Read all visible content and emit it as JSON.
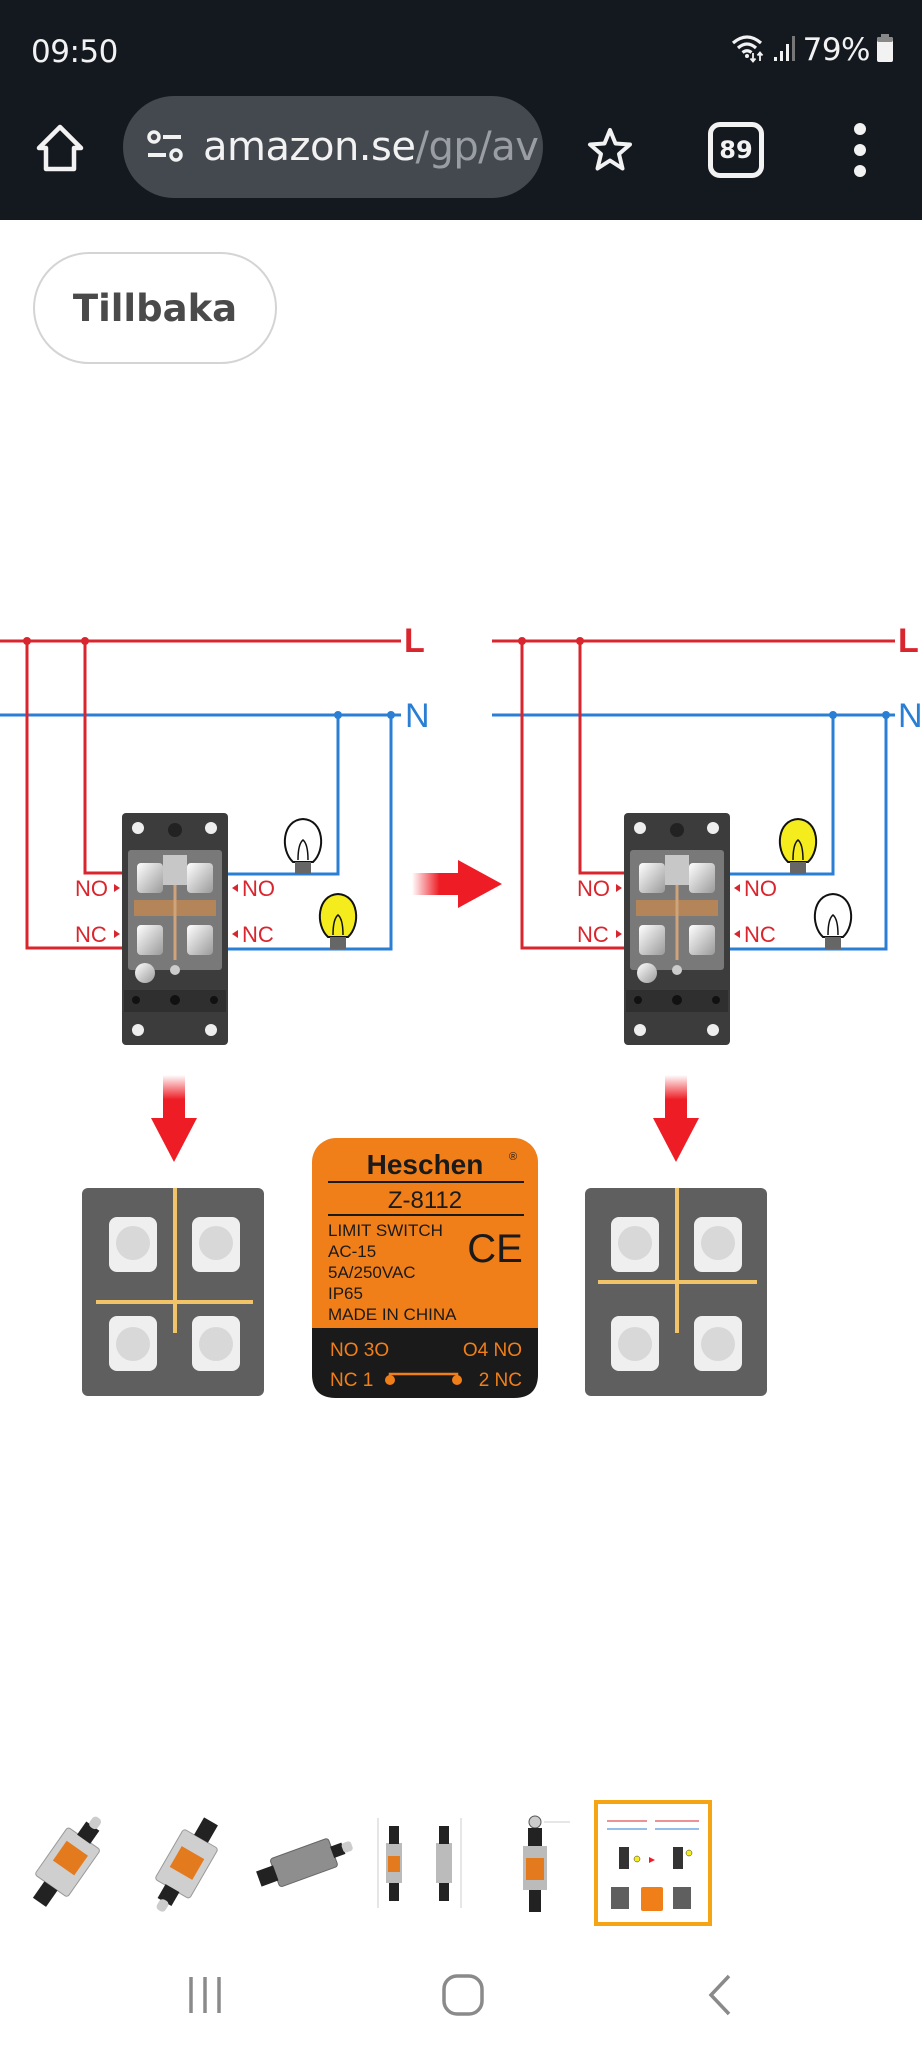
{
  "status_bar": {
    "time": "09:50",
    "battery_percent": "79%",
    "icons": [
      "wifi-icon",
      "signal-icon",
      "battery-icon"
    ]
  },
  "browser": {
    "url_domain": "amazon.se",
    "url_path": "/gp/av",
    "tab_count": "89",
    "icons": [
      "home-icon",
      "site-settings-icon",
      "bookmark-star-icon",
      "tabs-icon",
      "more-menu-icon"
    ]
  },
  "page": {
    "back_button_label": "Tillbaka"
  },
  "diagram": {
    "line_label": "L",
    "neutral_label": "N",
    "left_panel": {
      "no_left": "NO",
      "nc_left": "NC",
      "no_right": "NO",
      "nc_right": "NC",
      "bulb_no_lit": false,
      "bulb_nc_lit": true
    },
    "right_panel": {
      "no_left": "NO",
      "nc_left": "NC",
      "no_right": "NO",
      "nc_right": "NC",
      "bulb_no_lit": true,
      "bulb_nc_lit": false
    },
    "colors": {
      "live": "#d9262e",
      "neutral": "#2a7fd4",
      "bulb_lit": "#f4ec1c",
      "arrow": "#ee1c24",
      "label_orange": "#f07f1a",
      "contact_bar": "#f2c46a",
      "terminal_box": "#5f5f5f"
    },
    "label_plate": {
      "brand": "Heschen",
      "registered": "®",
      "model": "Z-8112",
      "line1": "LIMIT SWITCH",
      "line2": "AC-15",
      "line3": "5A/250VAC",
      "line4": "IP65",
      "line5": "MADE IN CHINA",
      "ce_mark": "CE",
      "terminals_top_left": "NO 3O",
      "terminals_top_right": "O4 NO",
      "terminals_bottom_left": "NC 1",
      "terminals_bottom_right": "2 NC"
    }
  },
  "thumbnails": [
    {
      "name": "limit-switch-angled-front",
      "active": false
    },
    {
      "name": "limit-switch-angled-tilted",
      "active": false
    },
    {
      "name": "limit-switch-side-view",
      "active": false
    },
    {
      "name": "limit-switch-dimension-drawing",
      "active": false
    },
    {
      "name": "limit-switch-front-dimensions",
      "active": false
    },
    {
      "name": "wiring-diagram",
      "active": true
    }
  ],
  "nav_bar": {
    "icons": [
      "recent-apps-icon",
      "home-nav-icon",
      "back-nav-icon"
    ]
  }
}
